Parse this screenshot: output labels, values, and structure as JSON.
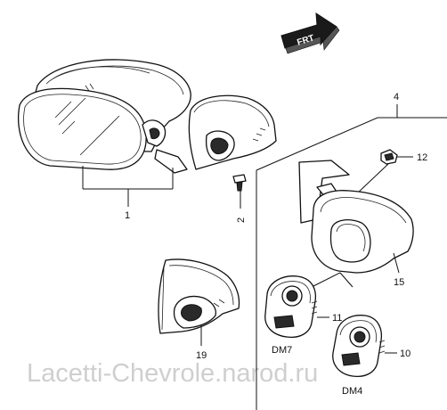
{
  "callouts": {
    "c1": "1",
    "c2": "2",
    "c4": "4",
    "c10": "10",
    "c11": "11",
    "c12": "12",
    "c15": "15",
    "c19": "19"
  },
  "variants": {
    "dm7": "DM7",
    "dm4": "DM4"
  },
  "direction_arrow": "FRT",
  "watermark": "Lacetti-Chevrole.narod.ru"
}
